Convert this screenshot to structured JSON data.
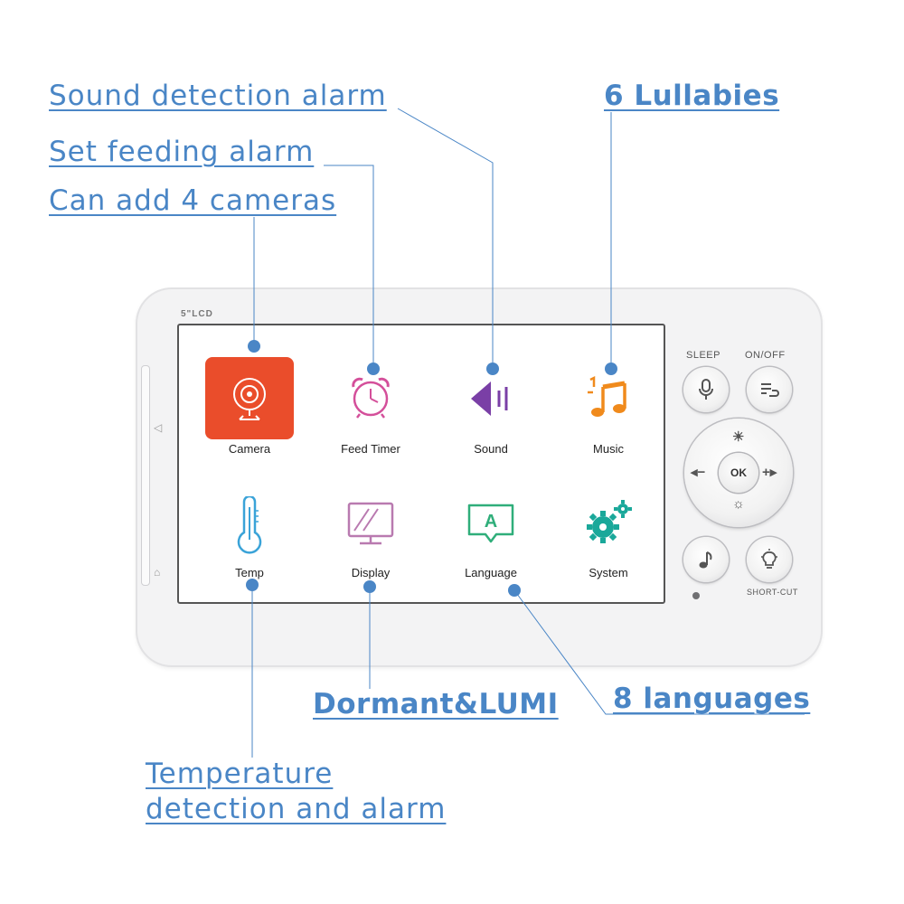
{
  "callouts": {
    "sound_detection": "Sound detection alarm",
    "feeding_alarm": "Set feeding alarm",
    "add_cameras": "Can add 4 cameras",
    "lullabies": "6 Lullabies",
    "dormant": "Dormant&LUMI",
    "languages": "8 languages",
    "temperature_line1": "Temperature",
    "temperature_line2": "detection and alarm"
  },
  "device": {
    "lcd_label": "5\"LCD",
    "menu": [
      {
        "label": "Camera",
        "icon": "camera-icon"
      },
      {
        "label": "Feed Timer",
        "icon": "alarm-clock-icon"
      },
      {
        "label": "Sound",
        "icon": "speaker-icon"
      },
      {
        "label": "Music",
        "icon": "music-notes-icon"
      },
      {
        "label": "Temp",
        "icon": "thermometer-icon"
      },
      {
        "label": "Display",
        "icon": "monitor-icon"
      },
      {
        "label": "Language",
        "icon": "language-bubble-icon"
      },
      {
        "label": "System",
        "icon": "gears-icon"
      }
    ],
    "buttons": {
      "sleep": "SLEEP",
      "onoff": "ON/OFF",
      "ok": "OK",
      "shortcut": "SHORT-CUT"
    }
  },
  "colors": {
    "callout": "#4a86c6",
    "camera_tile": "#ea4d2b",
    "feed_timer": "#d44f9a",
    "sound": "#7a3fa6",
    "music": "#f08a1c",
    "temp": "#3aa3d8",
    "display": "#b97ab0",
    "language": "#2fae7a",
    "system": "#1aa89a"
  }
}
